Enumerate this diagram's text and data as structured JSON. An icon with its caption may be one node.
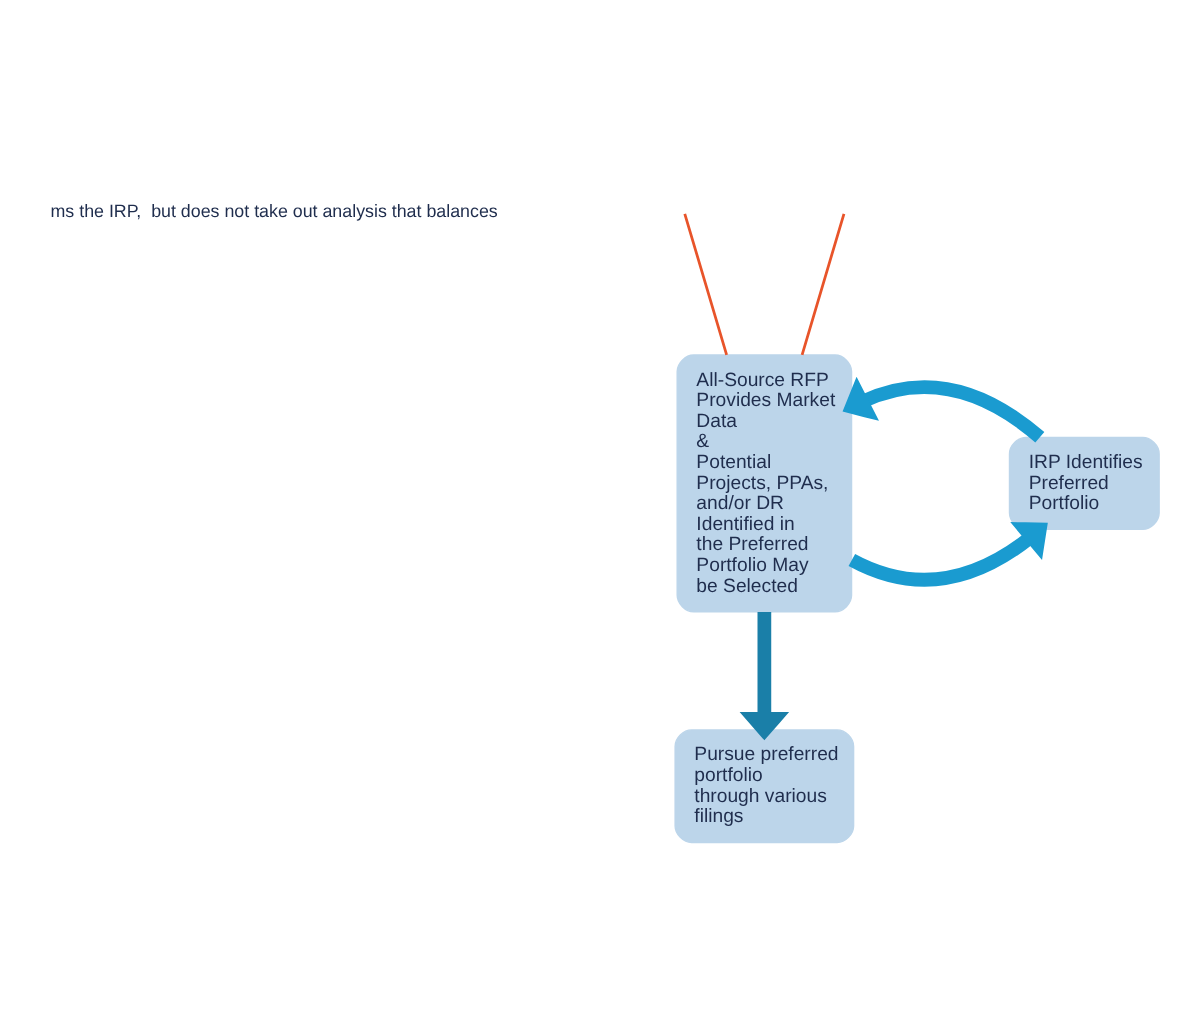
{
  "diagram": {
    "nodes": [
      {
        "text": [
          "All-Source RFP Provides Market Data",
          "&",
          "Potential Projects, PPAs, and/or DR Identified in the Preferred Portfolio May  be Selected"
        ]
      },
      {
        "text": [
          "IRP Identifies Preferred Portfolio"
        ]
      },
      {
        "text": [
          "Pursue preferred portfolio through various filings"
        ]
      }
    ],
    "edges": [
      {
        "from": 0,
        "to": 1,
        "arrow": "to"
      },
      {
        "from": 1,
        "to": 0,
        "arrow": "to"
      },
      {
        "from": 0,
        "to": 2,
        "arrow": "to",
        "color": "#1a7fa8"
      },
      {
        "from": null,
        "to": 0,
        "arrow": "none",
        "color": "#e8542a"
      },
      {
        "from": null,
        "to": 0,
        "arrow": "none",
        "color": "#e8542a"
      }
    ],
    "labels": [
      "ms the IRP,  but does not take out analysis that balances"
    ]
  }
}
